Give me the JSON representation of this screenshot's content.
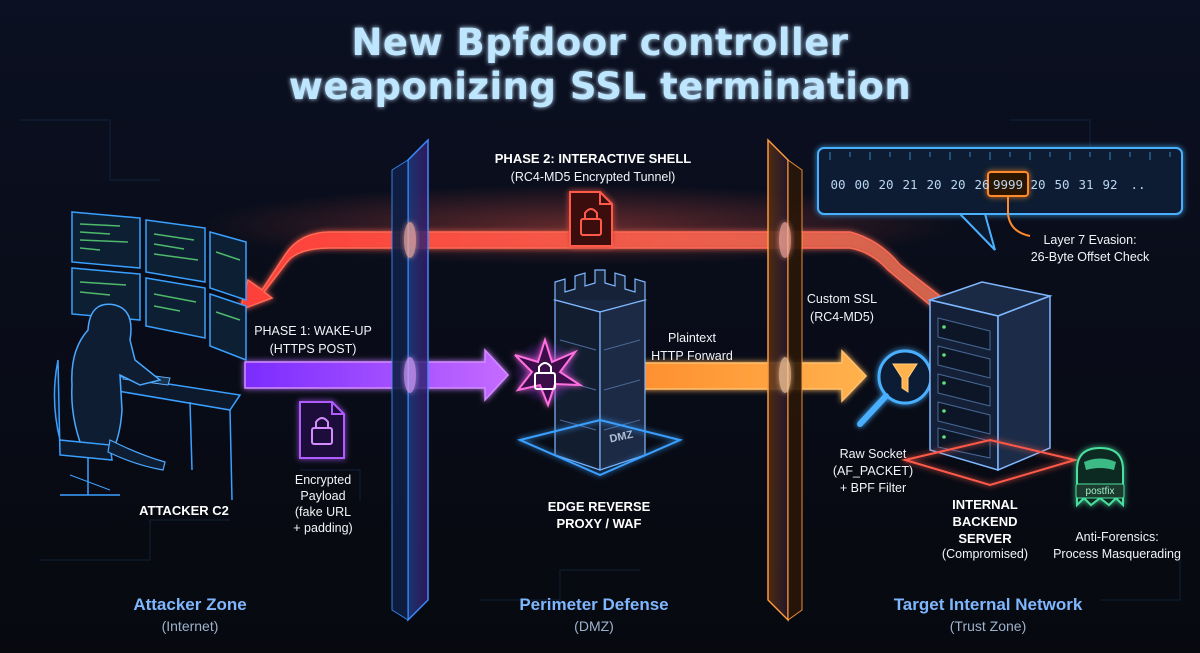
{
  "title": {
    "line1": "New Bpfdoor controller",
    "line2": "weaponizing SSL termination"
  },
  "phase2": {
    "title": "PHASE 2: INTERACTIVE SHELL",
    "subtitle": "(RC4-MD5 Encrypted Tunnel)"
  },
  "phase1": {
    "title": "PHASE 1: WAKE-UP",
    "subtitle": "(HTTPS POST)"
  },
  "payload": {
    "lines": [
      "Encrypted",
      "Payload",
      "(fake URL",
      "+ padding)"
    ]
  },
  "attacker": {
    "label": "ATTACKER C2"
  },
  "proxy": {
    "line1": "EDGE REVERSE",
    "line2": "PROXY / WAF"
  },
  "plaintext": {
    "line1": "Plaintext",
    "line2": "HTTP Forward"
  },
  "custom_ssl": {
    "line1": "Custom SSL",
    "line2": "(RC4-MD5)"
  },
  "raw_socket": {
    "lines": [
      "Raw Socket",
      "(AF_PACKET)",
      "+ BPF Filter"
    ]
  },
  "server": {
    "lines": [
      "INTERNAL",
      "BACKEND",
      "SERVER"
    ],
    "status": "(Compromised)"
  },
  "hex": {
    "bytes": [
      "00",
      "00",
      "20",
      "21",
      "20",
      "20",
      "26",
      "9999",
      "20",
      "50",
      "31",
      "92",
      ".."
    ],
    "highlight_index": 7
  },
  "layer7": {
    "line1": "Layer 7 Evasion:",
    "line2": "26-Byte Offset Check"
  },
  "anti_forensics": {
    "badge": "postfix",
    "line1": "Anti-Forensics:",
    "line2": "Process Masquerading"
  },
  "zones": [
    {
      "title": "Attacker Zone",
      "subtitle": "(Internet)"
    },
    {
      "title": "Perimeter Defense",
      "subtitle": "(DMZ)"
    },
    {
      "title": "Target Internal Network",
      "subtitle": "(Trust Zone)"
    }
  ],
  "colors": {
    "background": "#0a0d1a",
    "phase2_red": "#ff5a4a",
    "phase1_purple": "#b05cff",
    "plaintext_orange": "#ff9a3c",
    "blue_accent": "#3aa0ff",
    "orange_highlight": "#ff8a2a"
  }
}
